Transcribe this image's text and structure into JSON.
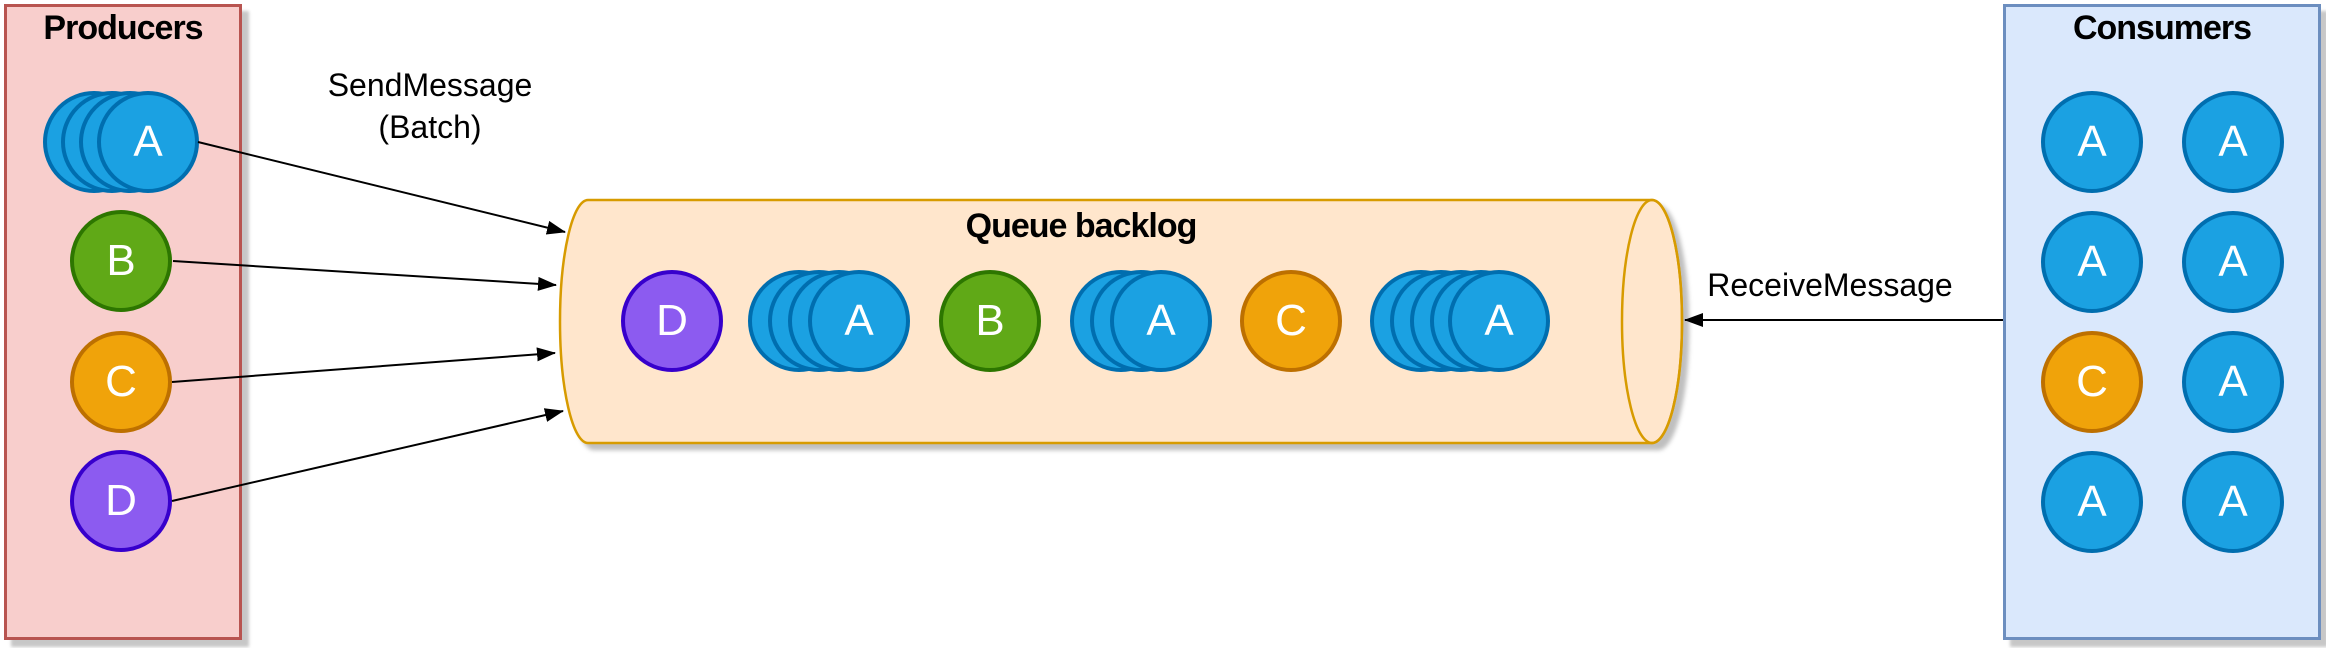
{
  "producers": {
    "title": "Producers",
    "items": [
      {
        "label": "A",
        "color": "blue",
        "stack_count": 4
      },
      {
        "label": "B",
        "color": "green",
        "stack_count": 1
      },
      {
        "label": "C",
        "color": "orange",
        "stack_count": 1
      },
      {
        "label": "D",
        "color": "purple",
        "stack_count": 1
      }
    ]
  },
  "queue": {
    "title": "Queue backlog",
    "items": [
      {
        "label": "D",
        "color": "purple",
        "stack_count": 1
      },
      {
        "label": "A",
        "color": "blue",
        "stack_count": 4
      },
      {
        "label": "B",
        "color": "green",
        "stack_count": 1
      },
      {
        "label": "A",
        "color": "blue",
        "stack_count": 3
      },
      {
        "label": "C",
        "color": "orange",
        "stack_count": 1
      },
      {
        "label": "A",
        "color": "blue",
        "stack_count": 5
      }
    ]
  },
  "consumers": {
    "title": "Consumers",
    "items": [
      {
        "label": "A",
        "color": "blue"
      },
      {
        "label": "A",
        "color": "blue"
      },
      {
        "label": "A",
        "color": "blue"
      },
      {
        "label": "A",
        "color": "blue"
      },
      {
        "label": "C",
        "color": "orange"
      },
      {
        "label": "A",
        "color": "blue"
      },
      {
        "label": "A",
        "color": "blue"
      },
      {
        "label": "A",
        "color": "blue"
      }
    ]
  },
  "labels": {
    "send_line1": "SendMessage",
    "send_line2": "(Batch)",
    "receive": "ReceiveMessage"
  },
  "colors": {
    "blue_fill": "#1BA1E2",
    "blue_stroke": "#006EAF",
    "green_fill": "#60A917",
    "green_stroke": "#2D7600",
    "orange_fill": "#F0A30A",
    "orange_stroke": "#BD7000",
    "purple_fill": "#8C5BF0",
    "purple_stroke": "#3700CC",
    "producers_box_fill": "#F8CECC",
    "producers_box_stroke": "#B85450",
    "consumers_box_fill": "#DAE8FC",
    "consumers_box_stroke": "#6C8EBF",
    "queue_fill": "#FFE6CC",
    "queue_stroke": "#D79B00",
    "arrow": "#000000",
    "text": "#000000",
    "circle_text": "#FFFFFF"
  }
}
